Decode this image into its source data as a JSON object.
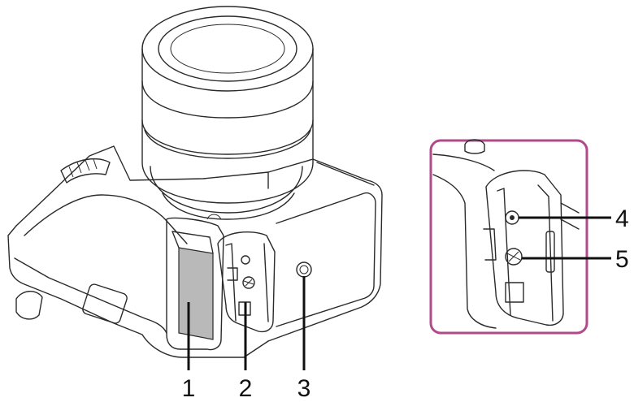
{
  "callouts": [
    {
      "id": "1",
      "label": "1"
    },
    {
      "id": "2",
      "label": "2"
    },
    {
      "id": "3",
      "label": "3"
    },
    {
      "id": "4",
      "label": "4"
    },
    {
      "id": "5",
      "label": "5"
    }
  ],
  "colors": {
    "line": "#2a2a2a",
    "battery_fill": "#b9b9b9",
    "inset_frame": "#b04a8a",
    "label": "#111111"
  },
  "icons": [
    "camera-bottom-illustration",
    "battery-cover-detail-illustration"
  ]
}
